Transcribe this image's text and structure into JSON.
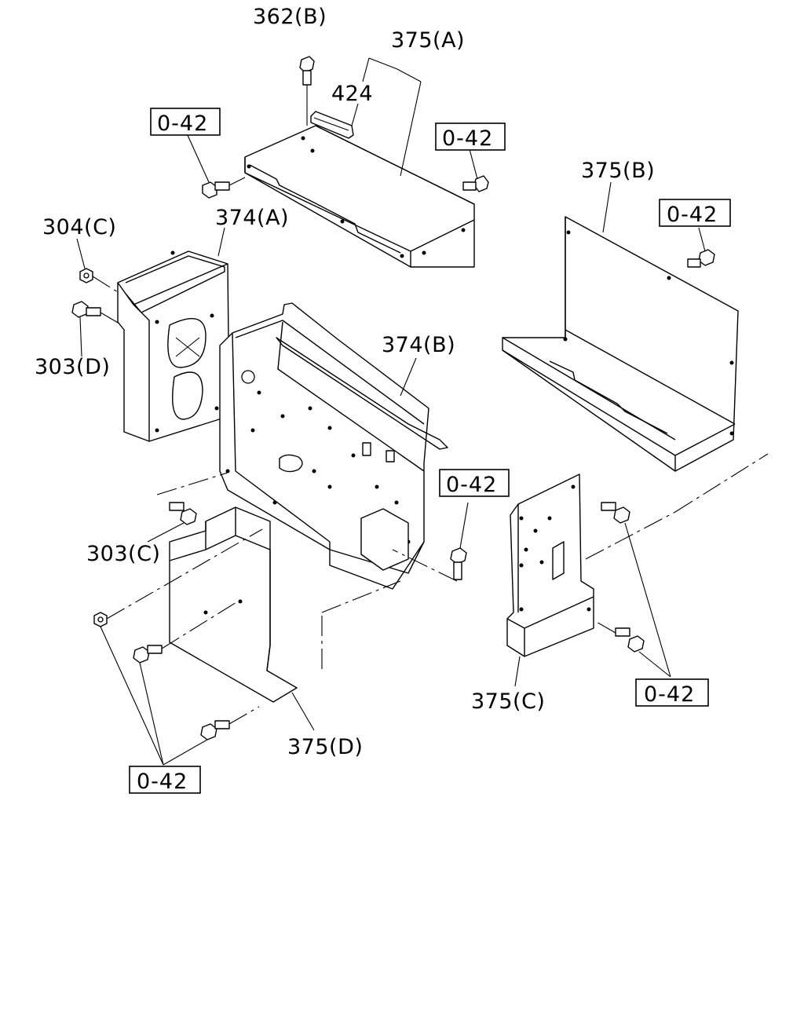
{
  "diagram": {
    "part_labels": {
      "p362b": "362(B)",
      "p375a": "375(A)",
      "p424": "424",
      "p375b": "375(B)",
      "p304c": "304(C)",
      "p374a": "374(A)",
      "p303d": "303(D)",
      "p374b": "374(B)",
      "p303c": "303(C)",
      "p375c": "375(C)",
      "p375d": "375(D)"
    },
    "reference_labels": {
      "r1": "0-42",
      "r2": "0-42",
      "r3": "0-42",
      "r4": "0-42",
      "r5": "0-42",
      "r6": "0-42"
    }
  }
}
